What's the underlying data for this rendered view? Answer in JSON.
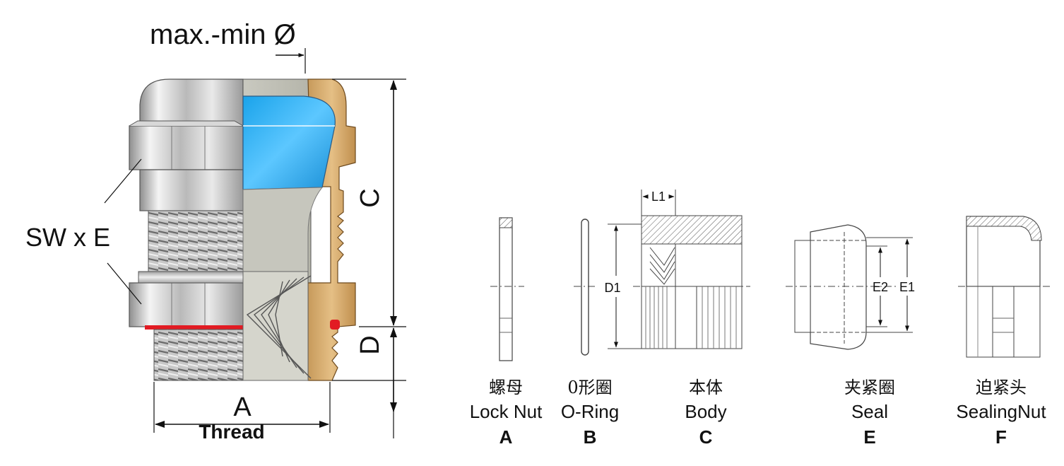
{
  "assembly": {
    "dim_max_min": "max.-min Ø",
    "dim_c": "C",
    "dim_d": "D",
    "dim_a": "A",
    "thread_label": "Thread",
    "sw_label": "SW x E"
  },
  "parts": [
    {
      "zh": "螺母",
      "en": "Lock Nut",
      "letter": "A"
    },
    {
      "zh": "0形圈",
      "en": "O-Ring",
      "letter": "B"
    },
    {
      "zh": "本体",
      "en": "Body",
      "letter": "C"
    },
    {
      "zh": "夹紧圈",
      "en": "Seal",
      "letter": "E"
    },
    {
      "zh": "迫紧头",
      "en": "SealingNut",
      "letter": "F"
    }
  ],
  "dims": {
    "l1": "L1",
    "d1": "D1",
    "e1": "E1",
    "e2": "E2"
  }
}
